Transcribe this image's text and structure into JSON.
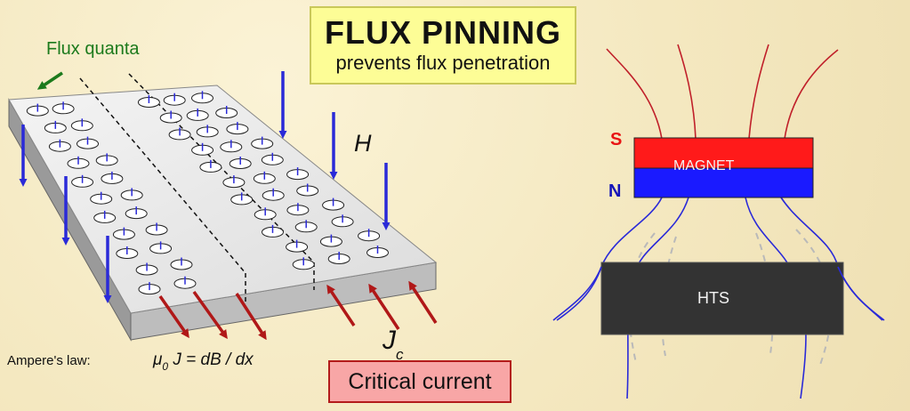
{
  "title": {
    "main": "FLUX  PINNING",
    "sub": "prevents flux penetration"
  },
  "labels": {
    "flux_quanta": "Flux quanta",
    "field": "H",
    "current_main": "J",
    "current_sub": "c",
    "ampere_law": "Ampere's law:",
    "formula_mu": "μ",
    "formula_sub": "0",
    "formula_rest": " J = dB / dx",
    "critical_current": "Critical current",
    "south": "S",
    "north": "N",
    "magnet": "MAGNET",
    "hts": "HTS"
  },
  "colors": {
    "background": "#f4e8c0",
    "field_arrow": "#2a2ad8",
    "current_arrow": "#b01818",
    "flux_quanta_label": "#1c7a1c",
    "magnet_south": "#ff1a1a",
    "magnet_north": "#1a1aff",
    "hts_block": "#333333",
    "field_lines_above": "#c0202a",
    "field_lines_below": "#2a2ad8",
    "title_box": "#fdfd96",
    "critical_box": "#f8a6a6"
  }
}
